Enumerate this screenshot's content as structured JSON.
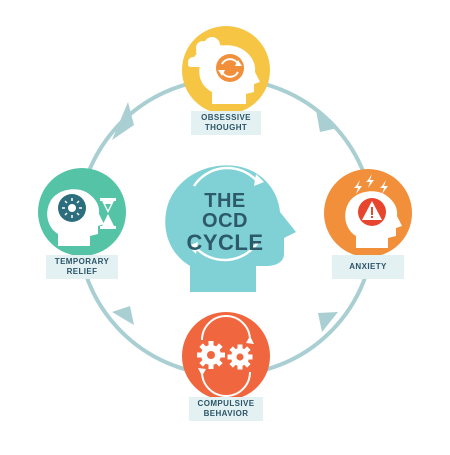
{
  "center": {
    "title_line1": "THE OCD",
    "title_line2": "CYCLE"
  },
  "stages": {
    "obsessive_line1": "OBSESSIVE",
    "obsessive_line2": "THOUGHT",
    "anxiety": "ANXIETY",
    "compulsive_line1": "COMPULSIVE",
    "compulsive_line2": "BEHAVIOR",
    "relief_line1": "TEMPORARY",
    "relief_line2": "RELIEF"
  },
  "colors": {
    "ring": "#a9cfd3",
    "obsessive": "#f6c544",
    "anxiety": "#f28f3a",
    "compulsive": "#f0663f",
    "relief": "#55c3a6",
    "center_head": "#7fd1d6",
    "label_bg": "#e3f1f3",
    "text_dark": "#2d5568"
  },
  "icons": {
    "obsessive": "head-with-thought-cycle-icon",
    "anxiety": "head-with-warning-icon",
    "compulsive": "gears-icon",
    "relief": "head-with-sun-and-hourglass-icon",
    "center": "head-with-cycle-arrows-icon"
  }
}
